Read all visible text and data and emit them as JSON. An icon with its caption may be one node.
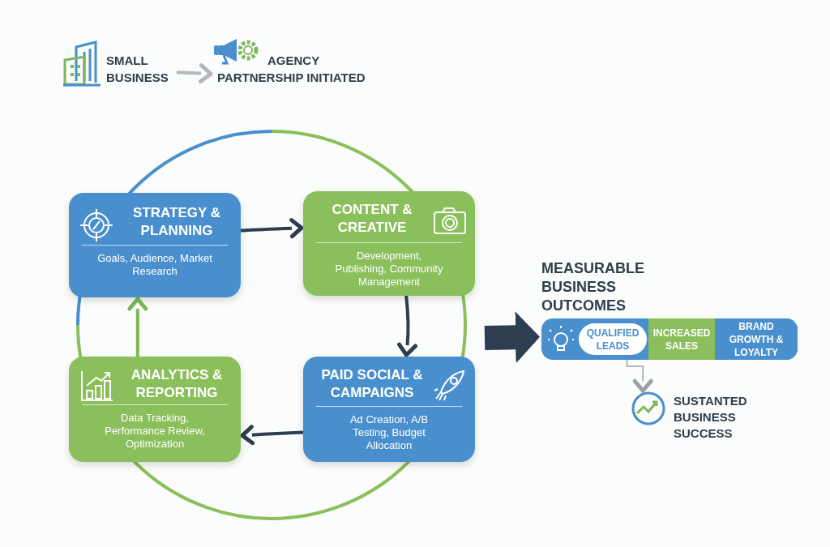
{
  "diagram": {
    "nodes": [
      {
        "text": [
          "SMALL BUSINESS"
        ]
      },
      {
        "text": [
          "AGENCY PARTNERSHIP INITIATED"
        ]
      },
      {
        "text": [
          "STRATEGY & PLANNING",
          "Goals, Audience, Market Research"
        ]
      },
      {
        "text": [
          "CONTENT & CREATIVE",
          "Development, Publishing, Community Management"
        ]
      },
      {
        "text": [
          "PAID SOCIAL & CAMPAIGNS",
          "Ad Creation, A/B Testing, Budget Allocation"
        ]
      },
      {
        "text": [
          "ANALYTICS & REPORTING",
          "Data Tracking, Performance Review, Optimization"
        ]
      },
      {
        "text": [
          "MEASURABLE BUSINESS OUTCOMES"
        ]
      },
      {
        "text": [
          "QUALIFIED LEADS"
        ],
        "in": 6
      },
      {
        "text": [
          "INCREASED SALES"
        ],
        "in": 6
      },
      {
        "text": [
          "BRAND GROWTH & LOYALTY"
        ],
        "in": 6
      },
      {
        "text": [
          "SUSTANTED BUSINESS SUCCESS"
        ]
      }
    ],
    "edges": [
      {
        "from": 0,
        "to": 1,
        "arrow": "to",
        "color": "#b4b8bc"
      },
      {
        "from": 2,
        "to": 3,
        "arrow": "to"
      },
      {
        "from": 3,
        "to": 4,
        "arrow": "to"
      },
      {
        "from": 4,
        "to": 5,
        "arrow": "to"
      },
      {
        "from": 5,
        "to": 2,
        "arrow": "to",
        "color": "#7db85a"
      },
      {
        "from": null,
        "to": 6,
        "arrow": "to",
        "style": "thick"
      },
      {
        "from": 7,
        "to": 10,
        "arrow": "to",
        "color": "#9aa0a6"
      }
    ]
  }
}
